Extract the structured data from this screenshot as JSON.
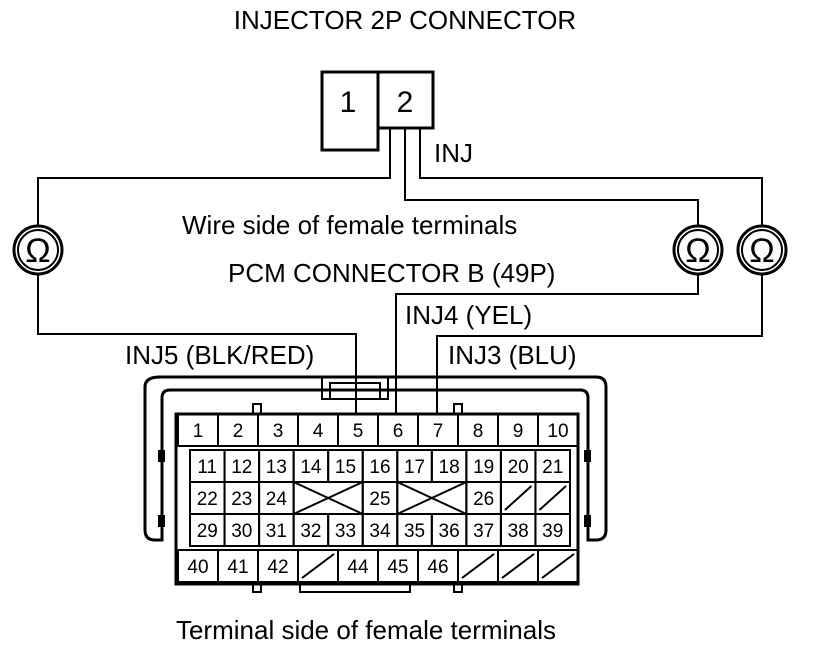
{
  "labels": {
    "title": "INJECTOR 2P CONNECTOR",
    "inj": "INJ",
    "wire_side": "Wire side of female terminals",
    "pcm_connector": "PCM CONNECTOR B (49P)",
    "inj4": "INJ4 (YEL)",
    "inj5": "INJ5 (BLK/RED)",
    "inj3": "INJ3 (BLU)",
    "terminal_side": "Terminal side of female terminals"
  },
  "injector_pins": [
    "1",
    "2"
  ],
  "ohmmeter_symbol": "Ω",
  "pcm_rows": [
    [
      "1",
      "2",
      "3",
      "4",
      "5",
      "6",
      "7",
      "8",
      "9",
      "10"
    ],
    [
      "11",
      "12",
      "13",
      "14",
      "15",
      "16",
      "17",
      "18",
      "19",
      "20",
      "21"
    ],
    [
      "22",
      "23",
      "24",
      "",
      "25",
      "",
      "26",
      "",
      ""
    ],
    [
      "29",
      "30",
      "31",
      "32",
      "33",
      "34",
      "35",
      "36",
      "37",
      "38",
      "39"
    ],
    [
      "40",
      "41",
      "42",
      "",
      "44",
      "45",
      "46",
      "",
      "",
      ""
    ]
  ]
}
